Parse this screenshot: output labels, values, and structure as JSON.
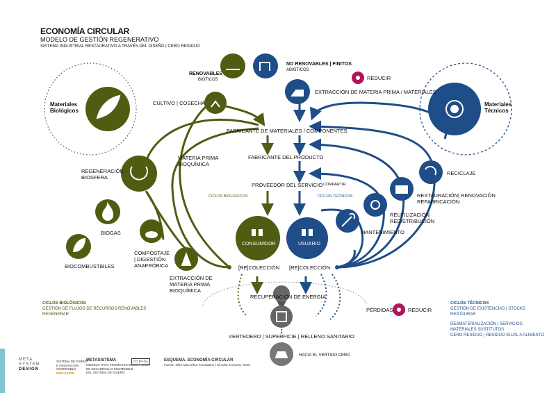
{
  "header": {
    "title": "ECONOMÍA CIRCULAR",
    "subtitle": "MODELO DE GESTIÓN REGENERATIVO",
    "tagline": "SISTEMA INDUSTRIAL RESTAURATIVO A TRAVÉS DEL DISEÑO | CERO RESIDUO"
  },
  "left_hub": {
    "label_1": "Materiales",
    "label_2": "Biológicos"
  },
  "right_hub": {
    "label_1": "Materiales",
    "label_2": "Técnicos"
  },
  "top": {
    "renovables": "RENOVABLES",
    "bioticos": "BIÓTICOS",
    "no_renovables": "NO RENOVABLES | FINITOS",
    "abioticos": "ABIÓTICOS",
    "reducir": "REDUCIR",
    "extraccion": "EXTRACCIÓN DE MATERIA PRIMA / MATERIALES"
  },
  "flow": {
    "cultivo": "CULTIVO | COSECHA",
    "fabricante_materiales": "FABRICANTE DE MATERIALES / COMPONENTES",
    "fabricante_producto": "FABRICANTE DEL PRODUCTO",
    "proveedor": "PROVEEDOR DEL SERVICIO",
    "compartir": "COMPARTIR",
    "ciclos_biologicos": "CICLOS BIOLÓGICOS",
    "ciclos_tecnicos": "CICLOS TÉCNICOS",
    "consumidor": "CONSUMIDOR",
    "usuario": "USUARIO",
    "recoleccion_1": "[RE]COLECCIÓN",
    "recoleccion_2": "[RE]COLECCIÓN",
    "materia_prima_1": "MATERIA PRIMA",
    "materia_prima_2": "BIOQUÍMICA",
    "regeneracion_1": "REGENERACIÓN",
    "regeneracion_2": "BIOSFERA",
    "biogas": "BIOGAS",
    "biocombustibles": "BIOCOMBUSTIBLES",
    "compostaje_1": "COMPOSTAJE",
    "compostaje_2": "| DIGESTIÓN",
    "compostaje_3": "ANAERÓBICA",
    "extraccion_bq_1": "EXTRACCIÓN DE",
    "extraccion_bq_2": "MATERIA PRIMA",
    "extraccion_bq_3": "BIOQUÍMICA",
    "reciclaje": "RECICLAJE",
    "restauracion_1": "RESTAURACIÓN| RENOVACIÓN",
    "restauracion_2": "REFABRICACIÓN",
    "reutilizacion_1": "REUTILIZACIÓN",
    "reutilizacion_2": "REDISTRIBUCIÓN",
    "mantenimiento": "MANTENIMIENTO",
    "recuperacion": "RECUPERACIÓN DE ENERGÍA",
    "vertedero": "VERTEDERO | SUPERFICIE | RELLENO SANITARIO",
    "perdidas": "PÉRDIDAS",
    "reducir_2": "REDUCIR",
    "vertido_cero": "HACIA EL VERTIDO CERO"
  },
  "legend_bio": {
    "title": "CICLOS BIOLÓGICOS",
    "line_1": "GESTIÓN DE FLUJOS DE RECURSOS RENOVABLES",
    "line_2": "REGENERAR"
  },
  "legend_tec": {
    "title": "CICLOS TÉCNICOS",
    "line_1": "GESTIÓN DE EXISTENCIAS | STOCKS",
    "line_2": "RESTAURAR",
    "line_3": "DESMATERIALIZACIÓN | SERVICIOS",
    "line_4": "MATERIALES SUSTITUTOS",
    "line_5": "CERO RESIDUO | RESIDUO IGUAL A ALIMENTO"
  },
  "footer": {
    "brand_1": "META",
    "brand_2": "SYSTEM",
    "brand_3": "DESIGN",
    "col1_1": "SISTEMA DE DISEÑO",
    "col1_2": "E INNOVACIÓN",
    "col1_3": "SOSTENIBLE",
    "col1_4": "REFLEXIÓN",
    "metasistema": "METASISTEMA",
    "col2_1": "MODELO PARA PROMOVER ESCENARIOS",
    "col2_2": "DE DESARROLLO SOSTENIBLE",
    "col2_3": "DEL SISTEMA DE DISEÑO",
    "cc_1": "CC BY-SA",
    "esquema_title": "ESQUEMA. ECONOMÍA CIRCULAR",
    "fuente": "Fuente: Ellen MacArthur Foundation | Circular Economy Team."
  },
  "colors": {
    "green": "#4f5d12",
    "blue": "#1e4d87",
    "magenta": "#b0155b",
    "grey": "#666666",
    "sidebar": "#7fc6cf"
  }
}
